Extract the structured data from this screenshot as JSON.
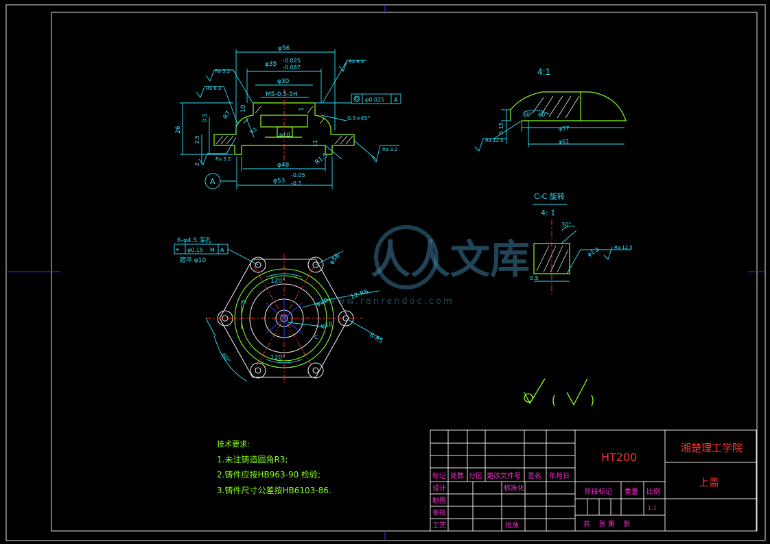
{
  "views": {
    "section": {
      "dims": {
        "d56": "φ56",
        "d35_main": "φ35",
        "d35_upper": "-0.025",
        "d35_lower": "-0.087",
        "d30": "φ30",
        "thread": "M5-0.5-5H",
        "d10": "φ10",
        "d48": "φ48",
        "d53_main": "φ53",
        "d53_upper": "-0.05",
        "d53_lower": "-0.1",
        "h26": "26",
        "h10": "10",
        "h1": "1",
        "h05": "0.5",
        "h2": "2",
        "h15": "1.5",
        "h25": "2.5",
        "h11": "11",
        "r7": "R7",
        "r15": "R1.5",
        "r1": "R1",
        "chamfer": "0.5×45°"
      },
      "roughness": {
        "ra1": "Ra 3.2",
        "ra2": "Ra 6.3",
        "ra3": "Ra 3.2",
        "ra4": "Ra 6.3",
        "ra5": "Ra 3.2"
      },
      "tolerance_frame": {
        "value": "φ0.025",
        "datum": "A"
      },
      "datum_label": "A"
    },
    "detail": {
      "scale": "4:1",
      "a1": "60°",
      "a2": "60°",
      "d57": "φ57",
      "d61": "φ61",
      "h015": "0.15",
      "ra": "Ra 12.5"
    },
    "section_cc": {
      "title": "C-C 旋转",
      "scale": "4: 1",
      "angle": "30°",
      "d12": "φ1.2",
      "w05": "0.5",
      "ra": "Ra 12.5"
    },
    "plan": {
      "holes_label": "6-φ4.5 深孔",
      "gdt_value": "φ0.15",
      "gdt_m": "M",
      "gdt_datum": "A",
      "counterbore": "锪平 φ10",
      "a120_top": "120°",
      "a120_bot": "120°",
      "d56": "φ56",
      "r12": "12-R6",
      "d20": "φ20",
      "d10": "φ10",
      "r5": "6-R5",
      "a60": "60°",
      "h5": "5",
      "c_label": "C"
    }
  },
  "watermark": {
    "cn": "人人文库",
    "url": "www.renrendoc.com"
  },
  "tech_notes": {
    "title": "技术要求:",
    "items": [
      "1.未注铸造圆角R3;",
      "2.铸件应按HB963-90 检验;",
      "3.铸件尺寸公差按HB6103-86."
    ]
  },
  "title_block": {
    "material": "HT200",
    "school": "湘楚理工学院",
    "part_name": "上盖",
    "rev_headers": [
      "标记",
      "处数",
      "分区",
      "更改文件号",
      "签名",
      "年月日"
    ],
    "row_labels": [
      "设计",
      "制图",
      "审核",
      "工艺"
    ],
    "standardize": "标准化",
    "approve": "批准",
    "stage": "阶段标记",
    "weight": "重量",
    "ratio": "比例",
    "ratio_value": "1:1",
    "sheets": "共    张 第    张"
  }
}
